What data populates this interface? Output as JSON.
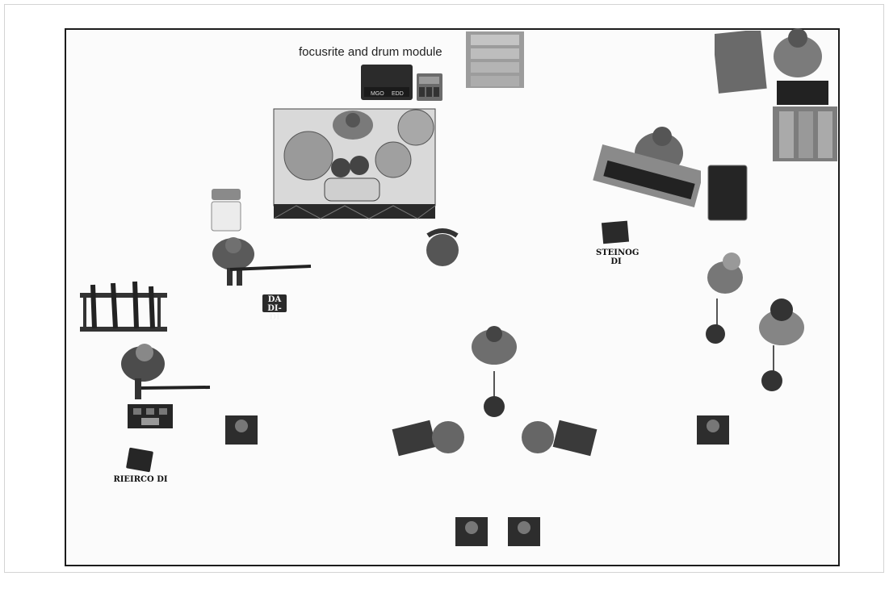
{
  "title": "focusrite and drum module",
  "labels": {
    "keys_di": "STEINOG DI",
    "bass_di_box": "DA DI-DI",
    "guitar_di": "RIEIRCO DI"
  }
}
